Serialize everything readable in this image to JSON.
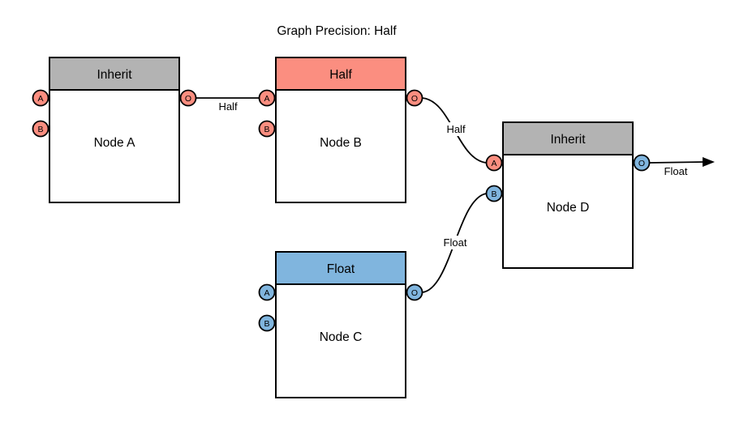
{
  "title": "Graph Precision: Half",
  "palette": {
    "salmon": "#FB8E80",
    "blue": "#80B5DE",
    "gray": "#B3B3B3",
    "line": "#000000",
    "background": "#FFFFFF"
  },
  "nodes": [
    {
      "name": "Node A",
      "header": "Inherit",
      "header_color": "#B3B3B3",
      "ports": [
        {
          "label": "A",
          "color": "#FB8E80"
        },
        {
          "label": "B",
          "color": "#FB8E80"
        },
        {
          "label": "O",
          "color": "#FB8E80"
        }
      ]
    },
    {
      "name": "Node B",
      "header": "Half",
      "header_color": "#FB8E80",
      "ports": [
        {
          "label": "A",
          "color": "#FB8E80"
        },
        {
          "label": "B",
          "color": "#FB8E80"
        },
        {
          "label": "O",
          "color": "#FB8E80"
        }
      ]
    },
    {
      "name": "Node C",
      "header": "Float",
      "header_color": "#80B5DE",
      "ports": [
        {
          "label": "A",
          "color": "#80B5DE"
        },
        {
          "label": "B",
          "color": "#80B5DE"
        },
        {
          "label": "O",
          "color": "#80B5DE"
        }
      ]
    },
    {
      "name": "Node D",
      "header": "Inherit",
      "header_color": "#B3B3B3",
      "ports": [
        {
          "label": "A",
          "color": "#FB8E80"
        },
        {
          "label": "B",
          "color": "#80B5DE"
        },
        {
          "label": "O",
          "color": "#80B5DE"
        }
      ]
    }
  ],
  "edges": [
    {
      "from": "Node A port O",
      "to": "Node B port A",
      "label": "Half"
    },
    {
      "from": "Node B port O",
      "to": "Node D port A",
      "label": "Half"
    },
    {
      "from": "Node C port O",
      "to": "Node D port B",
      "label": "Float"
    },
    {
      "from": "Node D port O",
      "to": "graph output",
      "label": "Float"
    }
  ]
}
